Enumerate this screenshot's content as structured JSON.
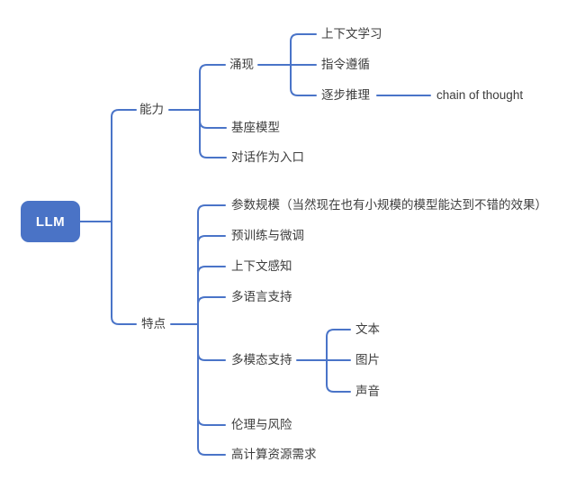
{
  "diagram_type": "mindmap",
  "colors": {
    "branch_line": "#4a74c8",
    "root_fill": "#4a73c6",
    "root_text": "#ffffff",
    "node_text": "#3d3d3d",
    "background": "#ffffff"
  },
  "mindmap": {
    "root": {
      "label": "LLM",
      "children": [
        {
          "label": "能力",
          "children": [
            {
              "label": "涌现",
              "children": [
                {
                  "label": "上下文学习",
                  "children": []
                },
                {
                  "label": "指令遵循",
                  "children": []
                },
                {
                  "label": "逐步推理",
                  "children": [
                    {
                      "label": "chain of thought",
                      "children": []
                    }
                  ]
                }
              ]
            },
            {
              "label": "基座模型",
              "children": []
            },
            {
              "label": "对话作为入口",
              "children": []
            }
          ]
        },
        {
          "label": "特点",
          "children": [
            {
              "label": "参数规模（当然现在也有小规模的模型能达到不错的效果）",
              "children": []
            },
            {
              "label": "预训练与微调",
              "children": []
            },
            {
              "label": "上下文感知",
              "children": []
            },
            {
              "label": "多语言支持",
              "children": []
            },
            {
              "label": "多模态支持",
              "children": [
                {
                  "label": "文本",
                  "children": []
                },
                {
                  "label": "图片",
                  "children": []
                },
                {
                  "label": "声音",
                  "children": []
                }
              ]
            },
            {
              "label": "伦理与风险",
              "children": []
            },
            {
              "label": "高计算资源需求",
              "children": []
            }
          ]
        }
      ]
    }
  }
}
